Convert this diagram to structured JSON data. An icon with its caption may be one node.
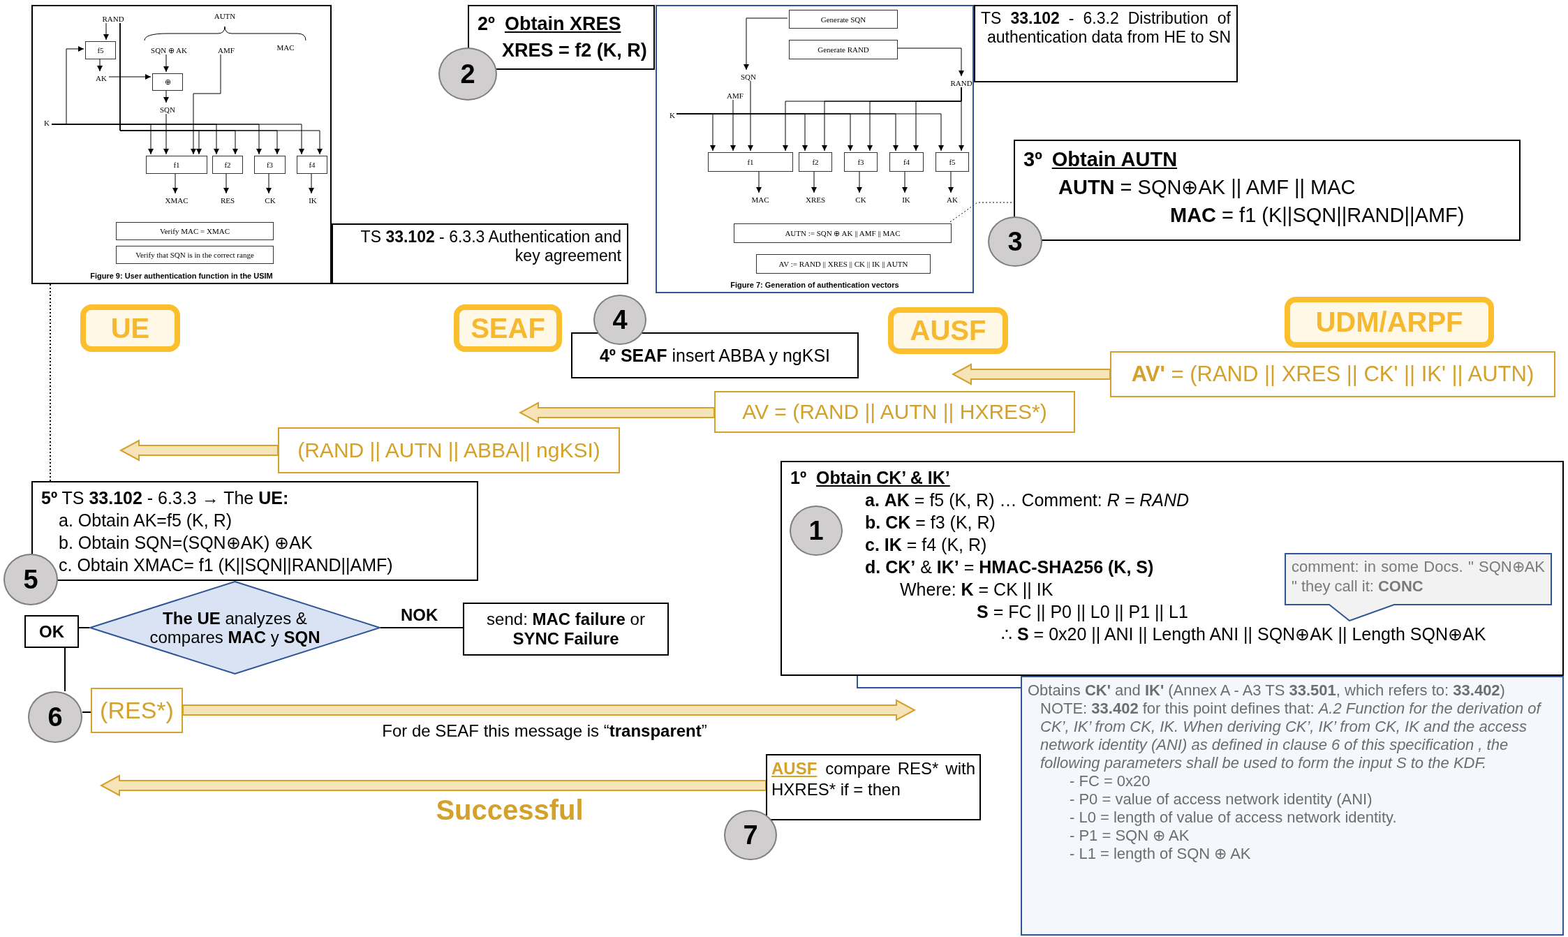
{
  "diagram": {
    "nodes": [
      {
        "text": [
          "Figure 9: User authentication function in the USIM"
        ]
      },
      {
        "text": [
          "RAND"
        ],
        "in": 0
      },
      {
        "text": [
          "f5"
        ],
        "in": 0
      },
      {
        "text": [
          "SQN ⊕ AK"
        ],
        "in": 0
      },
      {
        "text": [
          "AMF"
        ],
        "in": 0
      },
      {
        "text": [
          "AK"
        ],
        "in": 0
      },
      {
        "text": [
          "⊕"
        ],
        "in": 0
      },
      {
        "text": [
          "SQN"
        ],
        "in": 0
      },
      {
        "text": [
          "K"
        ],
        "in": 0
      },
      {
        "text": [
          "f1"
        ],
        "in": 0
      },
      {
        "text": [
          "f2"
        ],
        "in": 0
      },
      {
        "text": [
          "f3"
        ],
        "in": 0
      },
      {
        "text": [
          "f4"
        ],
        "in": 0
      },
      {
        "text": [
          "XMAC"
        ],
        "in": 0
      },
      {
        "text": [
          "RES"
        ],
        "in": 0
      },
      {
        "text": [
          "CK"
        ],
        "in": 0
      },
      {
        "text": [
          "IK"
        ],
        "in": 0
      },
      {
        "text": [
          "Verify MAC = XMAC"
        ],
        "in": 0
      },
      {
        "text": [
          "Verify that SQN is in the correct range"
        ],
        "in": 0
      },
      {
        "text": [
          "TS **33.102** - 6.3.3 Authentication and key agreement"
        ]
      },
      {
        "text": [
          "2º",
          "Obtain XRES",
          "XRES = f2 (K, R)"
        ]
      },
      {
        "text": [
          "2"
        ]
      },
      {
        "text": [
          "Figure 7: Generation of authentication vectors"
        ]
      },
      {
        "text": [
          "Generate SQN"
        ],
        "in": 22
      },
      {
        "text": [
          "Generate RAND"
        ],
        "in": 22
      },
      {
        "text": [
          "SQN"
        ],
        "in": 22
      },
      {
        "text": [
          "AMF"
        ],
        "in": 22
      },
      {
        "text": [
          "K"
        ],
        "in": 22
      },
      {
        "text": [
          "RAND"
        ],
        "in": 22
      },
      {
        "text": [
          "f1"
        ],
        "in": 22
      },
      {
        "text": [
          "f2"
        ],
        "in": 22
      },
      {
        "text": [
          "f3"
        ],
        "in": 22
      },
      {
        "text": [
          "f4"
        ],
        "in": 22
      },
      {
        "text": [
          "f5"
        ],
        "in": 22
      },
      {
        "text": [
          "MAC"
        ],
        "in": 22
      },
      {
        "text": [
          "XRES"
        ],
        "in": 22
      },
      {
        "text": [
          "CK"
        ],
        "in": 22
      },
      {
        "text": [
          "IK"
        ],
        "in": 22
      },
      {
        "text": [
          "AK"
        ],
        "in": 22
      },
      {
        "text": [
          "AUTN := SQN ⊕ AK || AMF || MAC"
        ],
        "in": 22
      },
      {
        "text": [
          "AV := RAND || XRES || CK || IK || AUTN"
        ],
        "in": 22
      },
      {
        "text": [
          "TS **33.102** - 6.3.2 Distribution of authentication data from HE to SN"
        ]
      },
      {
        "text": [
          "3º",
          "Obtain AUTN",
          "**AUTN** = SQN⊕AK || AMF || MAC",
          "**MAC** = f1 (K||SQN||RAND||AMF)"
        ]
      },
      {
        "text": [
          "3"
        ]
      },
      {
        "text": [
          "UE"
        ]
      },
      {
        "text": [
          "SEAF"
        ]
      },
      {
        "text": [
          "4"
        ]
      },
      {
        "text": [
          "**4º SEAF** insert ABBA y ngKSI"
        ]
      },
      {
        "text": [
          "AUSF"
        ]
      },
      {
        "text": [
          "UDM/ARPF"
        ]
      },
      {
        "text": [
          "**AV'** = (RAND || XRES || CK' || IK' || AUTN)"
        ]
      },
      {
        "text": [
          "AV = (RAND || AUTN || HXRES*)"
        ]
      },
      {
        "text": [
          "(RAND || AUTN || ABBA|| ngKSI)"
        ]
      },
      {
        "text": [
          "1º",
          "Obtain CK’ & IK’",
          "**a.** **AK** = f5 (K, R) … Comment: *R = RAND*",
          "**b.** **CK** = f3 (K, R)",
          "**c.** **IK** = f4 (K, R)",
          "**d.** **CK’** & **IK’** = **HMAC-SHA256 (K, S)**",
          "Where: **K** = CK || IK",
          "**S** = FC || P0 || L0 || P1 || L1",
          "∴ **S** = 0x20 || ANI || Length ANI || SQN⊕AK || Length SQN⊕AK"
        ]
      },
      {
        "text": [
          "1"
        ],
        "in": 53
      },
      {
        "text": [
          "comment: in some Docs. \" SQN⊕AK \" they call it: **CONC**"
        ],
        "in": 53
      },
      {
        "text": [
          "**5º** TS **33.102** - 6.3.3 → The **UE:**",
          "a. Obtain AK=f5 (K, R)",
          "b. Obtain SQN=(SQN⊕AK) ⊕AK",
          "c. Obtain XMAC= f1 (K||SQN||RAND||AMF)"
        ]
      },
      {
        "text": [
          "5"
        ]
      },
      {
        "text": [
          "OK"
        ]
      },
      {
        "text": [
          "**The UE** analyzes & compares **MAC** y **SQN**"
        ]
      },
      {
        "text": [
          "send: **MAC failure** or **SYNC Failure**"
        ]
      },
      {
        "text": [
          "6"
        ]
      },
      {
        "text": [
          "(RES*)"
        ]
      },
      {
        "text": [
          "Obtains **CK'** and **IK'** (Annex A - A3 TS **33.501**, which refers to: **33.402**)",
          "NOTE: **33.402** for this point defines that: *A.2 Function for the derivation of CK’, IK’ from CK, IK. When deriving CK’, IK’ from CK, IK and the access network identity (ANI) as defined in clause 6 of this specification , the following parameters shall be used to form the input S to the KDF.*",
          "- FC = 0x20",
          "- P0 = value of access network identity (ANI)",
          "- L0 = length of value of access network identity.",
          "- P1 = SQN ⊕ AK",
          "- L1 = length of SQN ⊕ AK"
        ]
      },
      {
        "text": [
          "AUSF",
          "compare RES* with HXRES* if = then"
        ]
      },
      {
        "text": [
          "7"
        ]
      }
    ],
    "edges": [
      {
        "from": 1,
        "to": 2,
        "arrow": "to"
      },
      {
        "from": 8,
        "to": 2,
        "arrow": "to"
      },
      {
        "from": 2,
        "to": 5,
        "arrow": "to"
      },
      {
        "from": 5,
        "to": 6,
        "arrow": "to"
      },
      {
        "from": 3,
        "to": 6,
        "arrow": "to"
      },
      {
        "from": 6,
        "to": 7,
        "arrow": "to"
      },
      {
        "from": 8,
        "to": 9,
        "arrow": "to"
      },
      {
        "from": 8,
        "to": 10,
        "arrow": "to"
      },
      {
        "from": 8,
        "to": 11,
        "arrow": "to"
      },
      {
        "from": 8,
        "to": 12,
        "arrow": "to"
      },
      {
        "from": 1,
        "to": 9,
        "arrow": "to"
      },
      {
        "from": 1,
        "to": 10,
        "arrow": "to"
      },
      {
        "from": 1,
        "to": 11,
        "arrow": "to"
      },
      {
        "from": 1,
        "to": 12,
        "arrow": "to"
      },
      {
        "from": 7,
        "to": 9,
        "arrow": "to"
      },
      {
        "from": 4,
        "to": 9,
        "arrow": "to"
      },
      {
        "from": 9,
        "to": 13,
        "arrow": "to"
      },
      {
        "from": 10,
        "to": 14,
        "arrow": "to"
      },
      {
        "from": 11,
        "to": 15,
        "arrow": "to"
      },
      {
        "from": 12,
        "to": 16,
        "arrow": "to"
      },
      {
        "from": 23,
        "to": 25,
        "arrow": "to"
      },
      {
        "from": 24,
        "to": 28,
        "arrow": "to"
      },
      {
        "from": 27,
        "to": 29,
        "arrow": "to"
      },
      {
        "from": 27,
        "to": 30,
        "arrow": "to"
      },
      {
        "from": 27,
        "to": 31,
        "arrow": "to"
      },
      {
        "from": 27,
        "to": 32,
        "arrow": "to"
      },
      {
        "from": 27,
        "to": 33,
        "arrow": "to"
      },
      {
        "from": 28,
        "to": 29,
        "arrow": "to"
      },
      {
        "from": 28,
        "to": 30,
        "arrow": "to"
      },
      {
        "from": 28,
        "to": 31,
        "arrow": "to"
      },
      {
        "from": 28,
        "to": 32,
        "arrow": "to"
      },
      {
        "from": 28,
        "to": 33,
        "arrow": "to"
      },
      {
        "from": 26,
        "to": 29,
        "arrow": "to"
      },
      {
        "from": 25,
        "to": 29,
        "arrow": "to"
      },
      {
        "from": 29,
        "to": 34,
        "arrow": "to"
      },
      {
        "from": 30,
        "to": 35,
        "arrow": "to"
      },
      {
        "from": 31,
        "to": 36,
        "arrow": "to"
      },
      {
        "from": 32,
        "to": 37,
        "arrow": "to"
      },
      {
        "from": 33,
        "to": 38,
        "arrow": "to"
      },
      {
        "from": 0,
        "to": 56,
        "arrow": "none",
        "style": "dashed"
      },
      {
        "from": 39,
        "to": 42,
        "arrow": "none",
        "style": "dashed"
      },
      {
        "from": 50,
        "to": null,
        "arrow": "to",
        "style": "thick",
        "color": "#d4a12a"
      },
      {
        "from": 51,
        "to": null,
        "arrow": "to",
        "style": "thick",
        "color": "#d4a12a"
      },
      {
        "from": 52,
        "to": null,
        "arrow": "to",
        "style": "thick",
        "color": "#d4a12a"
      },
      {
        "from": 59,
        "to": 58,
        "arrow": "none"
      },
      {
        "from": 59,
        "to": 60,
        "arrow": "none",
        "label": "NOK"
      },
      {
        "from": 58,
        "to": 61,
        "arrow": "none"
      },
      {
        "from": 61,
        "to": 62,
        "arrow": "none"
      },
      {
        "from": 62,
        "to": null,
        "arrow": "to",
        "style": "thick",
        "color": "#d4a12a"
      },
      {
        "from": 64,
        "to": null,
        "arrow": "to",
        "style": "thick",
        "color": "#d4a12a"
      },
      {
        "from": 63,
        "to": null,
        "arrow": "none",
        "color": "#2f5597"
      }
    ],
    "labels": [
      "AUTN",
      "MAC",
      "For de SEAF this message is “**transparent**”",
      "Successful"
    ]
  }
}
